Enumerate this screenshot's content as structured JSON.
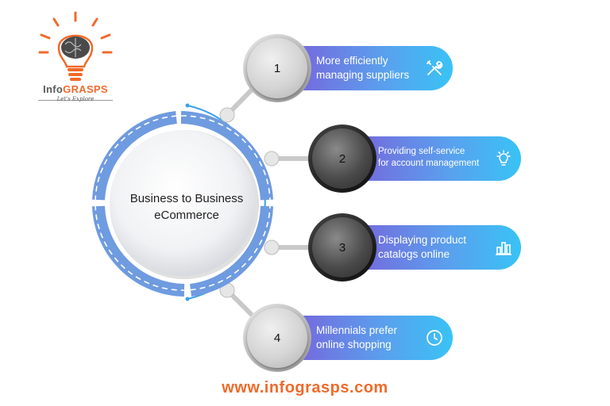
{
  "logo": {
    "brand_prefix": "Info",
    "brand_suffix": "GRASPS",
    "tagline": "Let's Explore"
  },
  "center": {
    "title_line1": "Business to Business",
    "title_line2": "eCommerce"
  },
  "items": [
    {
      "number": "1",
      "line1": "More efficiently",
      "line2": "managing suppliers",
      "icon": "tools-icon"
    },
    {
      "number": "2",
      "line1": "Providing self-service",
      "line2": "for account management",
      "icon": "lightbulb-icon"
    },
    {
      "number": "3",
      "line1": "Displaying product",
      "line2": "catalogs online",
      "icon": "bar-chart-icon"
    },
    {
      "number": "4",
      "line1": "Millennials prefer",
      "line2": "online shopping",
      "icon": "clock-icon"
    }
  ],
  "footer": {
    "website": "www.infograsps.com"
  },
  "colors": {
    "brand_orange": "#f06a2a",
    "pill_start": "#7a5fd9",
    "pill_end": "#39c3f5",
    "ring_blue": "#6f9be0"
  }
}
